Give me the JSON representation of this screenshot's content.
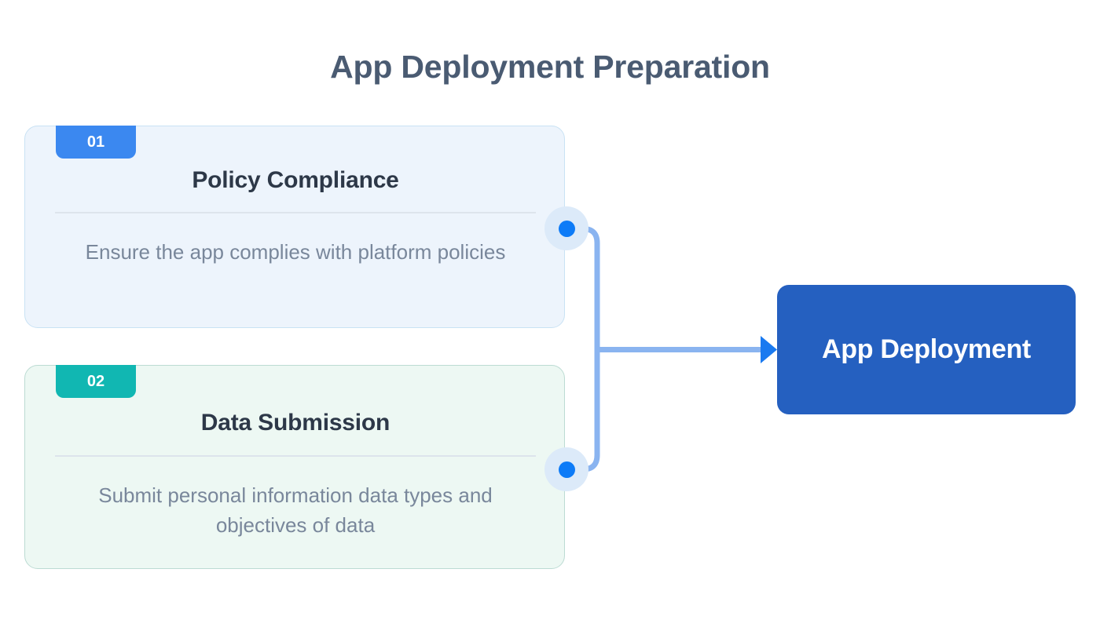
{
  "title": "App Deployment Preparation",
  "colors": {
    "canvas": "#ffffff",
    "title_text": "#4a5b72",
    "card_title_text": "#2d3848",
    "card_body_text": "#79879b",
    "badge_blue": "#3b88f0",
    "badge_teal": "#11b7b2",
    "card_blue_bg": "#edf4fc",
    "card_blue_border": "#c9e2f4",
    "card_green_bg": "#edf8f3",
    "card_green_border": "#bcdbd3",
    "divider": "#dde4ec",
    "connector_line": "#8ab4f0",
    "node_dot": "#0d7bf7",
    "node_halo": "#dceaf9",
    "arrowhead": "#1a7af0",
    "terminal_box": "#2560c0",
    "terminal_text": "#ffffff"
  },
  "steps": [
    {
      "number": "01",
      "title": "Policy Compliance",
      "description": "Ensure the app complies with platform policies"
    },
    {
      "number": "02",
      "title": "Data Submission",
      "description": "Submit personal information data types and objectives of data"
    }
  ],
  "outcome": {
    "label": "App Deployment"
  }
}
